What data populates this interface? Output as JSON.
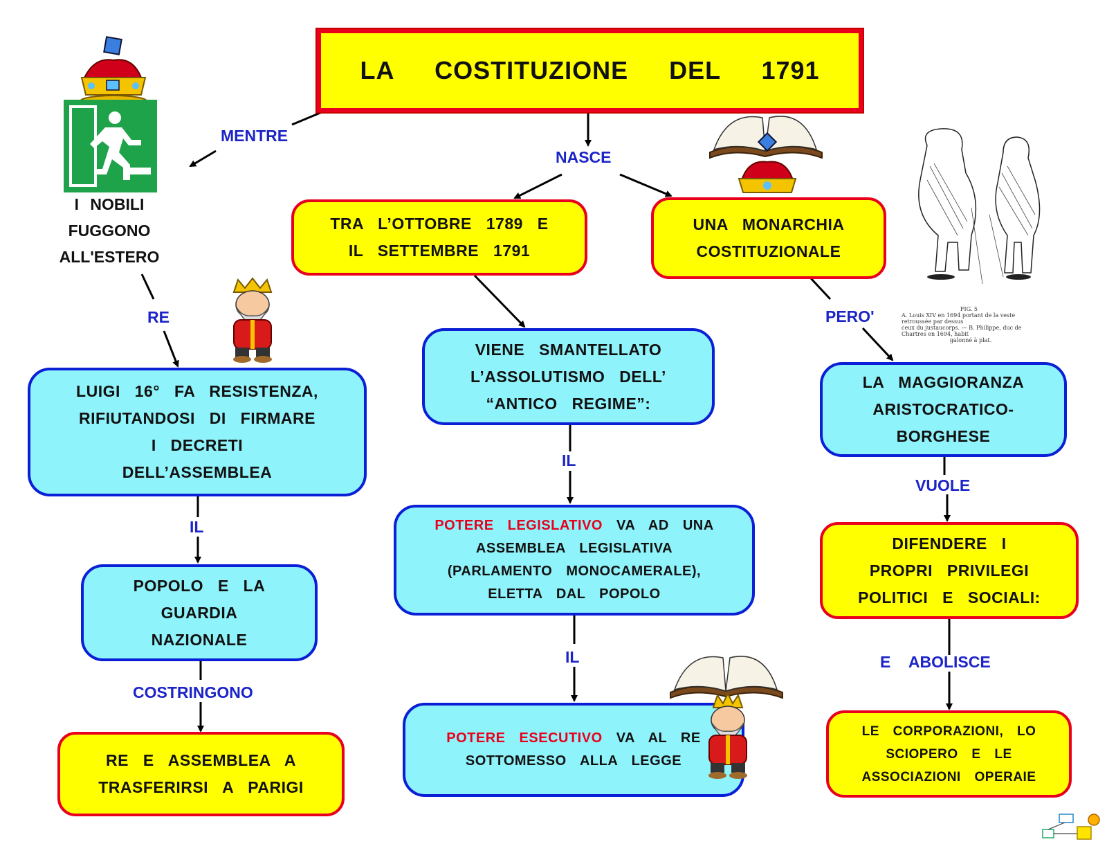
{
  "title": "LA COSTITUZIONE DEL 1791",
  "labels": {
    "mentre": "MENTRE",
    "nasce": "NASCE",
    "re": "RE",
    "il_left": "IL",
    "costringono": "COSTRINGONO",
    "il_mid1": "IL",
    "il_mid2": "IL",
    "pero": "PERO'",
    "vuole": "VUOLE",
    "e_abolisce": "E ABOLISCE"
  },
  "nodes": {
    "nobili": [
      "I NOBILI",
      "FUGGONO",
      "ALL'ESTERO"
    ],
    "periodo": [
      "TRA L’OTTOBRE 1789 E",
      "IL SETTEMBRE 1791"
    ],
    "monarchia": [
      "UNA MONARCHIA",
      "COSTITUZIONALE"
    ],
    "luigi": [
      "LUIGI 16° FA RESISTENZA,",
      "RIFIUTANDOSI DI FIRMARE",
      "I DECRETI",
      "DELL’ASSEMBLEA"
    ],
    "popolo": [
      "POPOLO E LA",
      "GUARDIA",
      "NAZIONALE"
    ],
    "parigi": [
      "RE E ASSEMBLEA A",
      "TRASFERIRSI A PARIGI"
    ],
    "assolutismo": [
      "VIENE SMANTELLATO",
      "L’ASSOLUTISMO DELL’",
      "“ANTICO REGIME”:"
    ],
    "legislativo": {
      "highlight": "POTERE LEGISLATIVO",
      "rest": "VA AD UNA",
      "lines": [
        "ASSEMBLEA LEGISLATIVA",
        "(PARLAMENTO MONOCAMERALE),",
        "ELETTA DAL POPOLO"
      ]
    },
    "esecutivo": {
      "highlight": "POTERE ESECUTIVO",
      "rest": "VA AL RE",
      "lines": [
        "SOTTOMESSO ALLA LEGGE"
      ]
    },
    "maggioranza": [
      "LA MAGGIORANZA",
      "ARISTOCRATICO-",
      "BORGHESE"
    ],
    "difendere": [
      "DIFENDERE I",
      "PROPRI PRIVILEGI",
      "POLITICI E SOCIALI:"
    ],
    "corporazioni": [
      "LE CORPORAZIONI, LO",
      "SCIOPERO E LE",
      "ASSOCIAZIONI OPERAIE"
    ]
  },
  "engraving_caption": [
    "FIG. 5",
    "A. Louis XIV en 1694 portant de la veste retroussée par dessus",
    "ceux du justaucorps. — B. Philippe, duc de Chartres en 1694, habit",
    "galonné à plat."
  ],
  "colors": {
    "yellow": "#ffff00",
    "red": "#e8001c",
    "cyan": "#8ff3fb",
    "blue": "#0a1fd6",
    "label_blue": "#1c24c8"
  }
}
